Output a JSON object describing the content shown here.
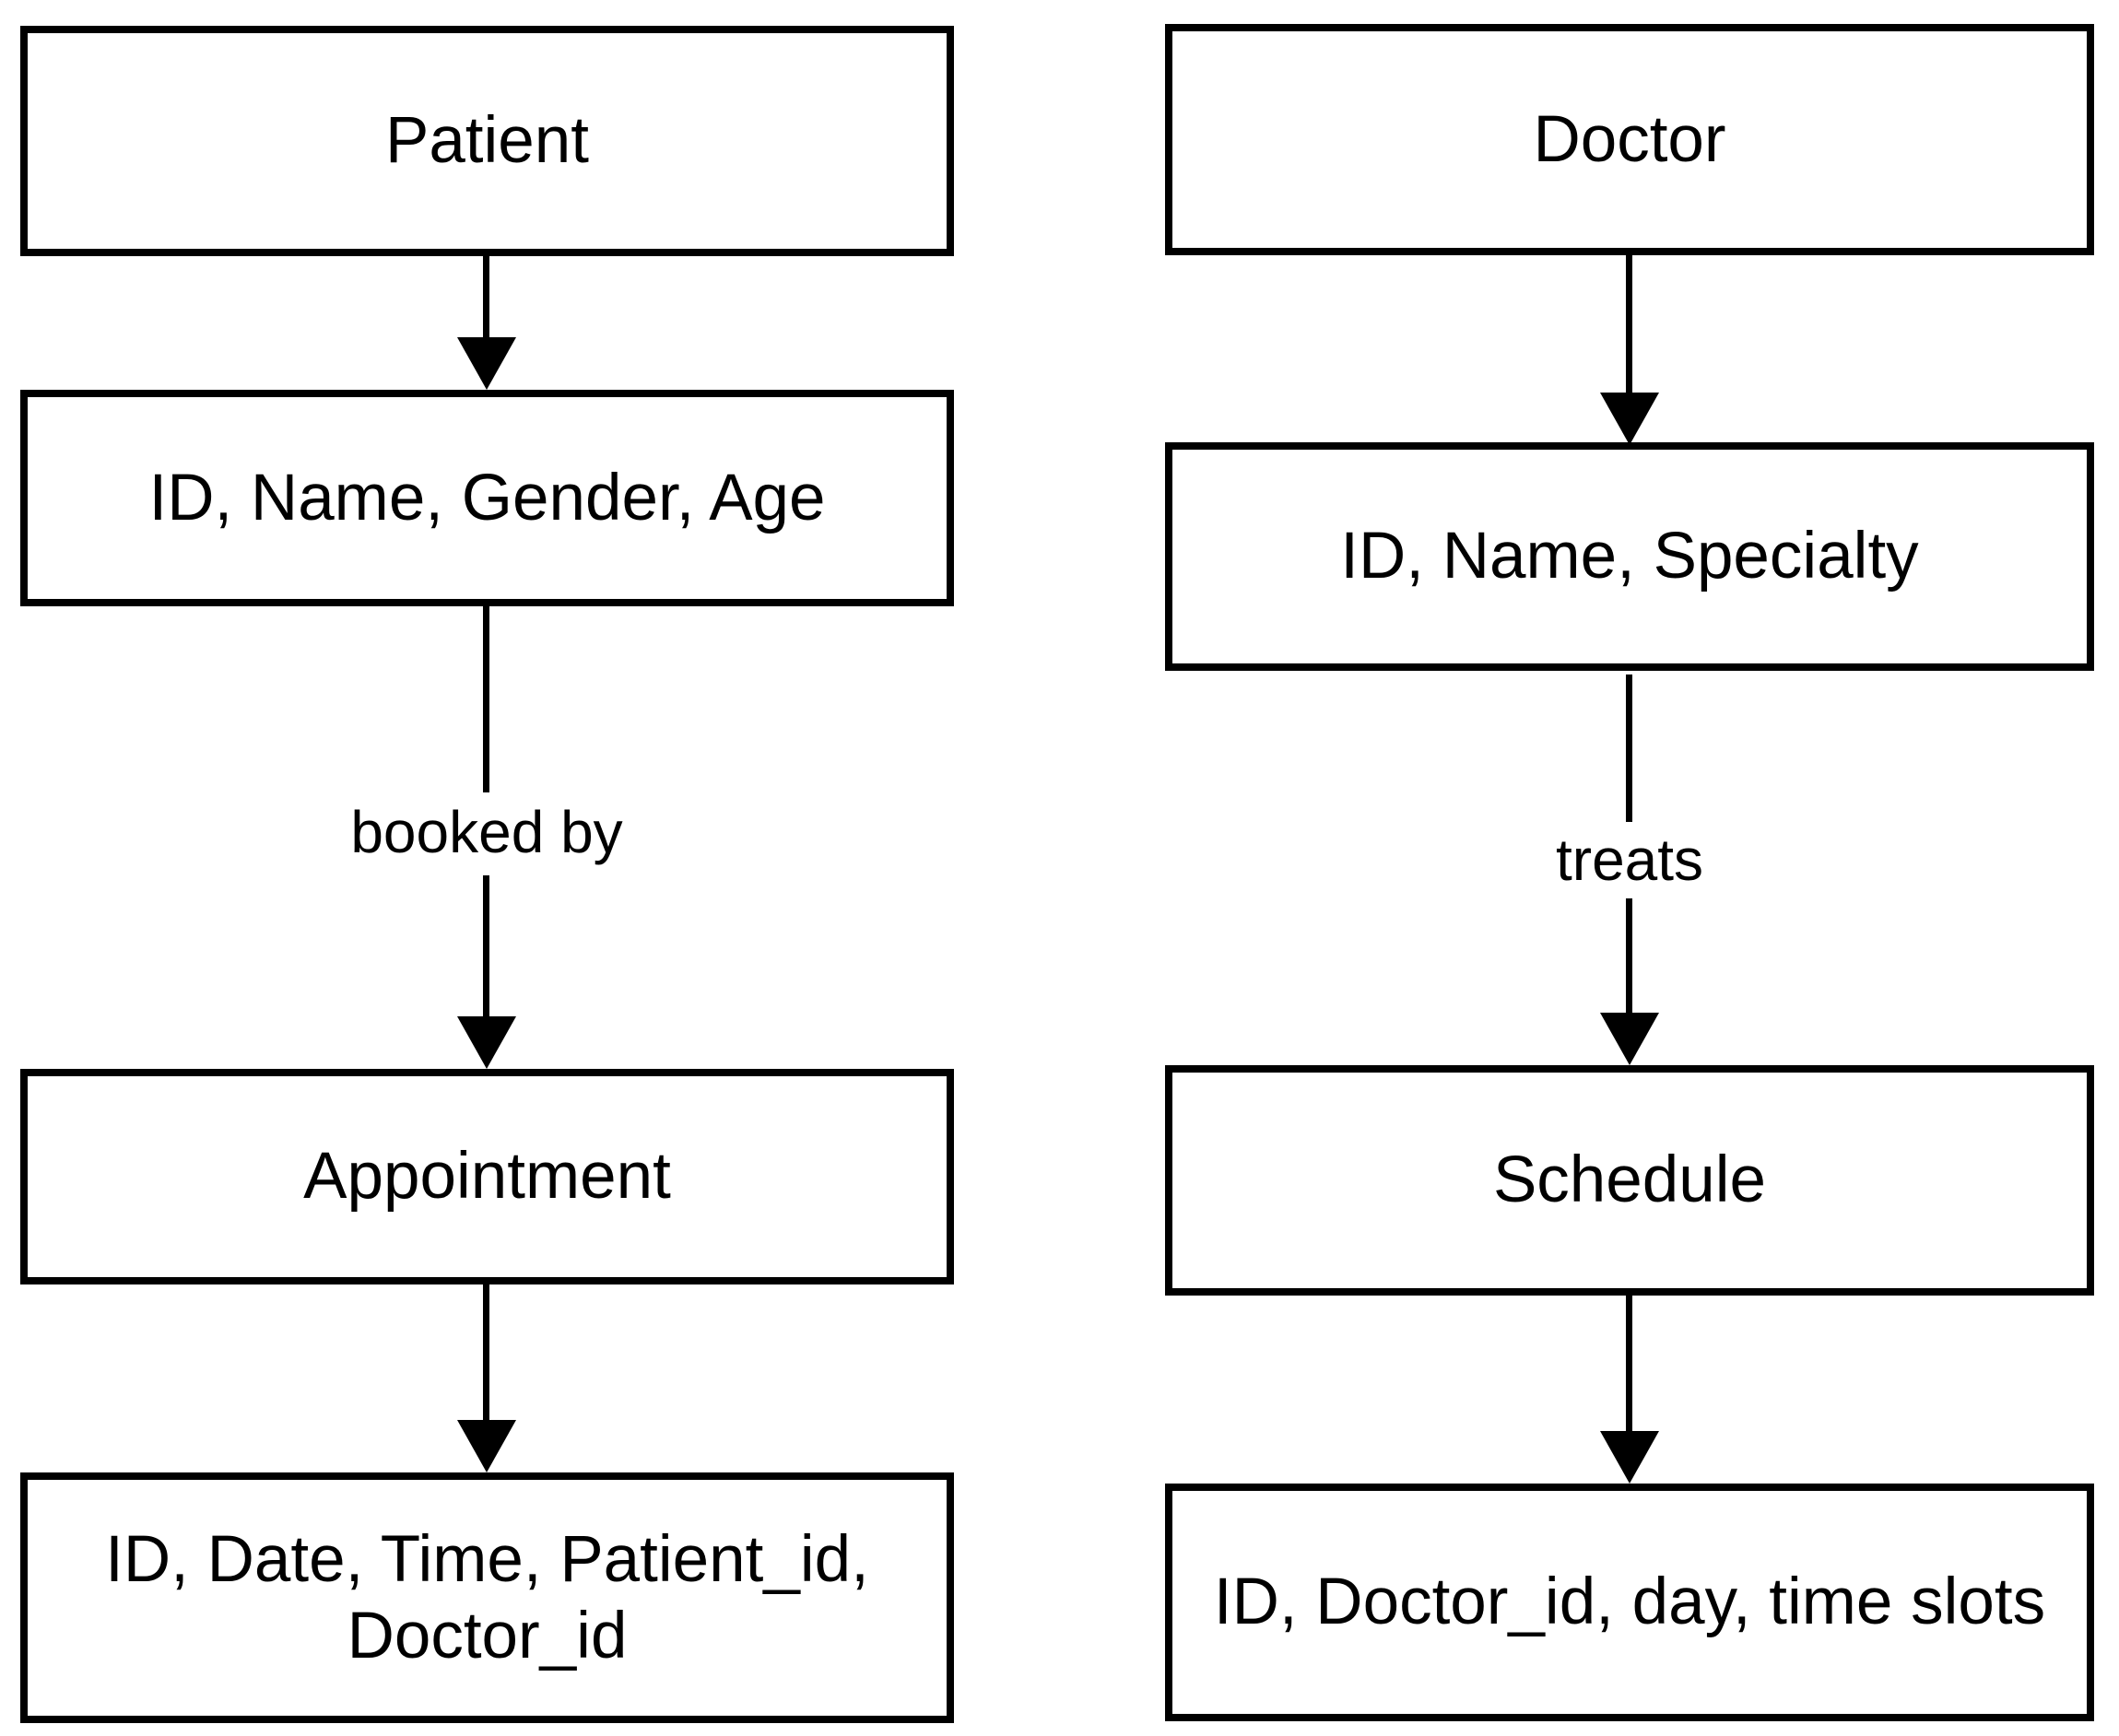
{
  "diagram": {
    "type": "entity-attribute-flowchart",
    "colors": {
      "stroke": "#000000",
      "background": "#ffffff",
      "text": "#000000"
    },
    "columns": [
      {
        "id": "patient-flow",
        "boxes": [
          {
            "label": "Patient"
          },
          {
            "label": "ID, Name, Gender, Age"
          },
          {
            "label": "Appointment"
          },
          {
            "label": "ID, Date, Time, Patient_id, Doctor_id"
          }
        ],
        "edges": [
          {
            "from": "Patient",
            "to": "ID, Name, Gender, Age",
            "label": ""
          },
          {
            "from": "ID, Name, Gender, Age",
            "to": "Appointment",
            "label": "booked by"
          },
          {
            "from": "Appointment",
            "to": "ID, Date, Time, Patient_id, Doctor_id",
            "label": ""
          }
        ]
      },
      {
        "id": "doctor-flow",
        "boxes": [
          {
            "label": "Doctor"
          },
          {
            "label": "ID, Name, Specialty"
          },
          {
            "label": "Schedule"
          },
          {
            "label": "ID, Doctor_id, day, time slots"
          }
        ],
        "edges": [
          {
            "from": "Doctor",
            "to": "ID, Name, Specialty",
            "label": ""
          },
          {
            "from": "ID, Name, Specialty",
            "to": "Schedule",
            "label": "treats"
          },
          {
            "from": "Schedule",
            "to": "ID, Doctor_id, day, time slots",
            "label": ""
          }
        ]
      }
    ]
  }
}
